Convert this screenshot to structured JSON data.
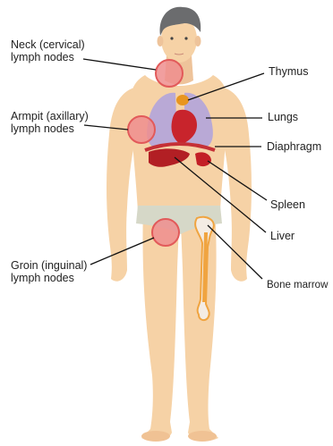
{
  "colors": {
    "skin": "#f6d2a6",
    "skin_shade": "#eab888",
    "hair": "#6b6c6e",
    "lung": "#b9a9d6",
    "heart": "#c8242c",
    "liver": "#b21f24",
    "diaphragm": "#c53036",
    "thymus": "#e8951f",
    "bone": "#f0a440",
    "node_fill": "#ef8e8e",
    "node_stroke": "#e25a5a",
    "shorts": "#d6d8c8",
    "leader_line": "#111111"
  },
  "labels": {
    "neck": {
      "line1": "Neck (cervical)",
      "line2": "lymph nodes"
    },
    "armpit": {
      "line1": "Armpit (axillary)",
      "line2": "lymph nodes"
    },
    "groin": {
      "line1": "Groin (inguinal)",
      "line2": "lymph nodes"
    },
    "thymus": "Thymus",
    "lungs": "Lungs",
    "diaphragm": "Diaphragm",
    "spleen": "Spleen",
    "liver": "Liver",
    "bone_marrow": "Bone marrow"
  }
}
